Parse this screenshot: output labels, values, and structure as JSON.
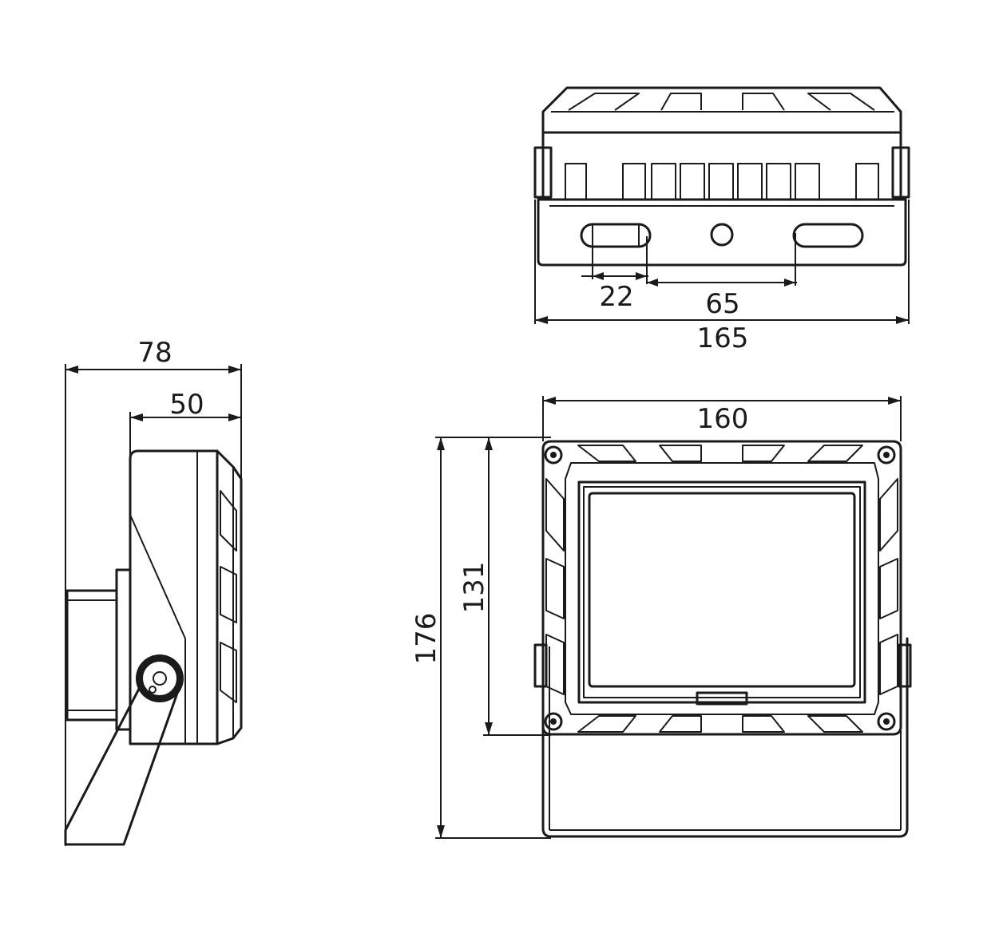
{
  "dimensions": {
    "top_slot_width": "22",
    "top_slot_spacing": "65",
    "top_total_width": "165",
    "side_total_depth": "78",
    "side_body_depth": "50",
    "front_width": "160",
    "front_total_height": "176",
    "front_inner_height": "131"
  },
  "colors": {
    "line": "#1a1a1a",
    "background": "#ffffff"
  }
}
